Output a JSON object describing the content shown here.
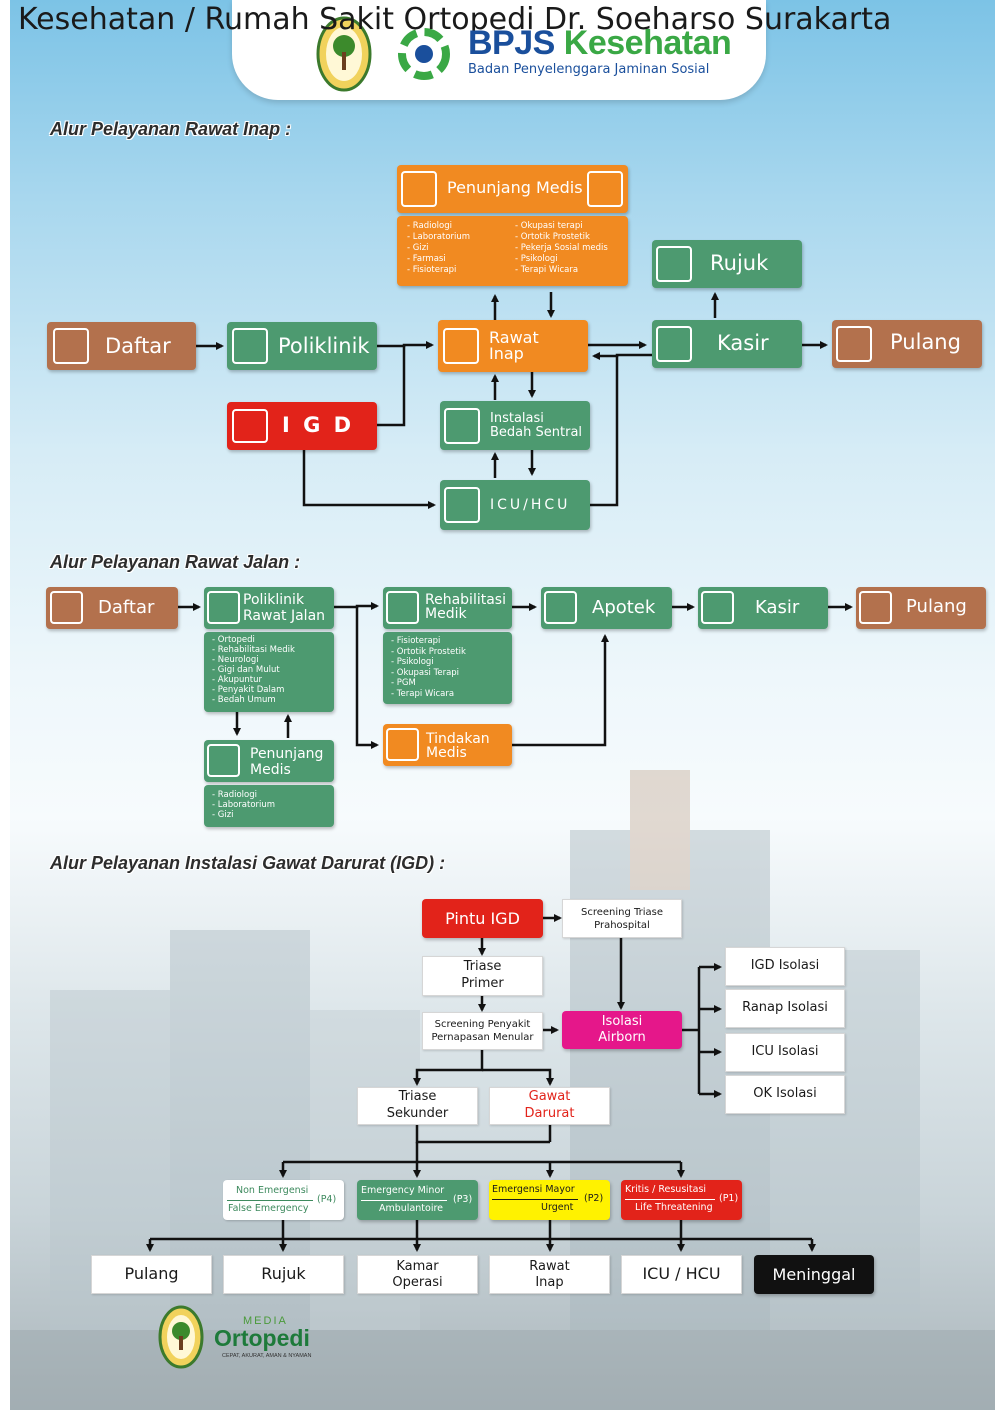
{
  "page_title": "Kesehatan / Rumah Sakit Ortopedi Dr. Soeharso Surakarta",
  "header": {
    "bpjs_brand": "BPJS",
    "bpjs_brand_suffix": "Kesehatan",
    "bpjs_subtitle": "Badan Penyelenggara Jaminan Sosial"
  },
  "rawat_inap": {
    "heading": "Alur Pelayanan Rawat Inap :",
    "daftar": "Daftar",
    "poliklinik": "Poliklinik",
    "igd": "I G D",
    "penunjang_medis": "Penunjang Medis",
    "penunjang_list_left": [
      "- Radiologi",
      "- Laboratorium",
      "- Gizi",
      "- Farmasi",
      "- Fisioterapi"
    ],
    "penunjang_list_right": [
      "- Okupasi terapi",
      "- Ortotik Prostetik",
      "- Pekerja Sosial medis",
      "- Psikologi",
      "- Terapi Wicara"
    ],
    "rawat_inap_line1": "Rawat",
    "rawat_inap_line2": "Inap",
    "bedah_line1": "Instalasi",
    "bedah_line2": "Bedah Sentral",
    "icu": "ICU/HCU",
    "rujuk": "Rujuk",
    "kasir": "Kasir",
    "pulang": "Pulang"
  },
  "rawat_jalan": {
    "heading": "Alur Pelayanan Rawat Jalan :",
    "daftar": "Daftar",
    "poli_line1": "Poliklinik",
    "poli_line2": "Rawat Jalan",
    "poli_list": [
      "- Ortopedi",
      "- Rehabilitasi Medik",
      "- Neurologi",
      "- Gigi dan Mulut",
      "- Akupuntur",
      "- Penyakit Dalam",
      "- Bedah Umum"
    ],
    "penunjang_line1": "Penunjang",
    "penunjang_line2": "Medis",
    "penunjang_list": [
      "- Radiologi",
      "- Laboratorium",
      "- Gizi"
    ],
    "rehab_line1": "Rehabilitasi",
    "rehab_line2": "Medik",
    "rehab_list": [
      "- Fisioterapi",
      "- Ortotik Prostetik",
      "- Psikologi",
      "- Okupasi Terapi",
      "- PGM",
      "- Terapi Wicara"
    ],
    "tindakan_line1": "Tindakan",
    "tindakan_line2": "Medis",
    "apotek": "Apotek",
    "kasir": "Kasir",
    "pulang": "Pulang"
  },
  "igd_flow": {
    "heading": "Alur Pelayanan Instalasi Gawat Darurat (IGD) :",
    "pintu_igd": "Pintu IGD",
    "screening_triase_1": "Screening Triase",
    "screening_triase_2": "Prahospital",
    "triase_primer_1": "Triase",
    "triase_primer_2": "Primer",
    "screening_penyakit_1": "Screening Penyakit",
    "screening_penyakit_2": "Pernapasan Menular",
    "isolasi_1": "Isolasi",
    "isolasi_2": "Airborn",
    "igd_isolasi": "IGD Isolasi",
    "ranap_isolasi": "Ranap Isolasi",
    "icu_isolasi": "ICU Isolasi",
    "ok_isolasi": "OK Isolasi",
    "triase_sekunder_1": "Triase",
    "triase_sekunder_2": "Sekunder",
    "gawat_darurat_1": "Gawat",
    "gawat_darurat_2": "Darurat",
    "p4_top": "Non Emergensi",
    "p4_bottom": "False Emergency",
    "p4_tag": "(P4)",
    "p3_top": "Emergency Minor",
    "p3_bottom": "Ambulantoire",
    "p3_tag": "(P3)",
    "p2_top": "Emergensi Mayor",
    "p2_bottom": "Urgent",
    "p2_tag": "(P2)",
    "p1_top": "Kritis / Resusitasi",
    "p1_bottom": "Life Threatening",
    "p1_tag": "(P1)",
    "out_pulang": "Pulang",
    "out_rujuk": "Rujuk",
    "out_kamar_1": "Kamar",
    "out_kamar_2": "Operasi",
    "out_rawat_1": "Rawat",
    "out_rawat_2": "Inap",
    "out_icu": "ICU / HCU",
    "out_meninggal": "Meninggal"
  },
  "footer": {
    "media_label": "MEDIA",
    "brand": "Ortopedi",
    "tagline": "CEPAT, AKURAT, AMAN & NYAMAN"
  },
  "colors": {
    "brown": "#b3714d",
    "green": "#4d9a70",
    "orange": "#f18a21",
    "red": "#e2231a",
    "magenta": "#e5178a",
    "yellow": "#fff200",
    "black": "#111111"
  }
}
